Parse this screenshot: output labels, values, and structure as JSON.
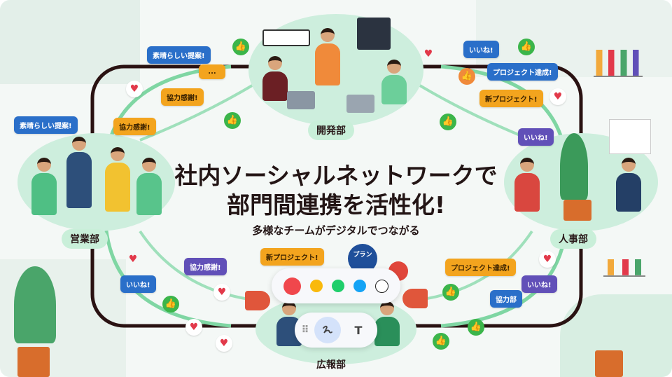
{
  "title": {
    "line1": "社内ソーシャルネットワークで",
    "line2": "部門間連携を活性化!",
    "subtitle": "多様なチームがデジタルでつながる"
  },
  "departments": {
    "dev": "開発部",
    "sales": "営業部",
    "hr": "人事部",
    "pr": "広報部"
  },
  "bubbles": [
    {
      "text": "素晴らしい提案!",
      "color": "blue"
    },
    {
      "text": "...",
      "color": "orange"
    },
    {
      "text": "協力感謝!",
      "color": "orange"
    },
    {
      "text": "素晴らしい提案!",
      "color": "blue"
    },
    {
      "text": "協力感謝!",
      "color": "orange"
    },
    {
      "text": "いいね!",
      "color": "blue"
    },
    {
      "text": "プロジェクト達成!",
      "color": "blue"
    },
    {
      "text": "新プロジェクト!",
      "color": "orange"
    },
    {
      "text": "いいね!",
      "color": "purple"
    },
    {
      "text": "協力感謝!",
      "color": "purple"
    },
    {
      "text": "いいね!",
      "color": "blue"
    },
    {
      "text": "新プロジェクト!",
      "color": "orange"
    },
    {
      "text": "プロジェクト達成!",
      "color": "orange"
    },
    {
      "text": "いいね!",
      "color": "purple"
    },
    {
      "text": "協力部",
      "color": "blue"
    }
  ],
  "plan_badge": "プラン",
  "toolbar": {
    "colors": [
      "#f0474c",
      "#f9b90c",
      "#1fce6b",
      "#14a3f5",
      "#ffffff"
    ],
    "tools": [
      {
        "name": "drag-handle",
        "glyph": "⠿"
      },
      {
        "name": "pen",
        "glyph": "ꝏ"
      },
      {
        "name": "text",
        "glyph": "T"
      }
    ]
  }
}
